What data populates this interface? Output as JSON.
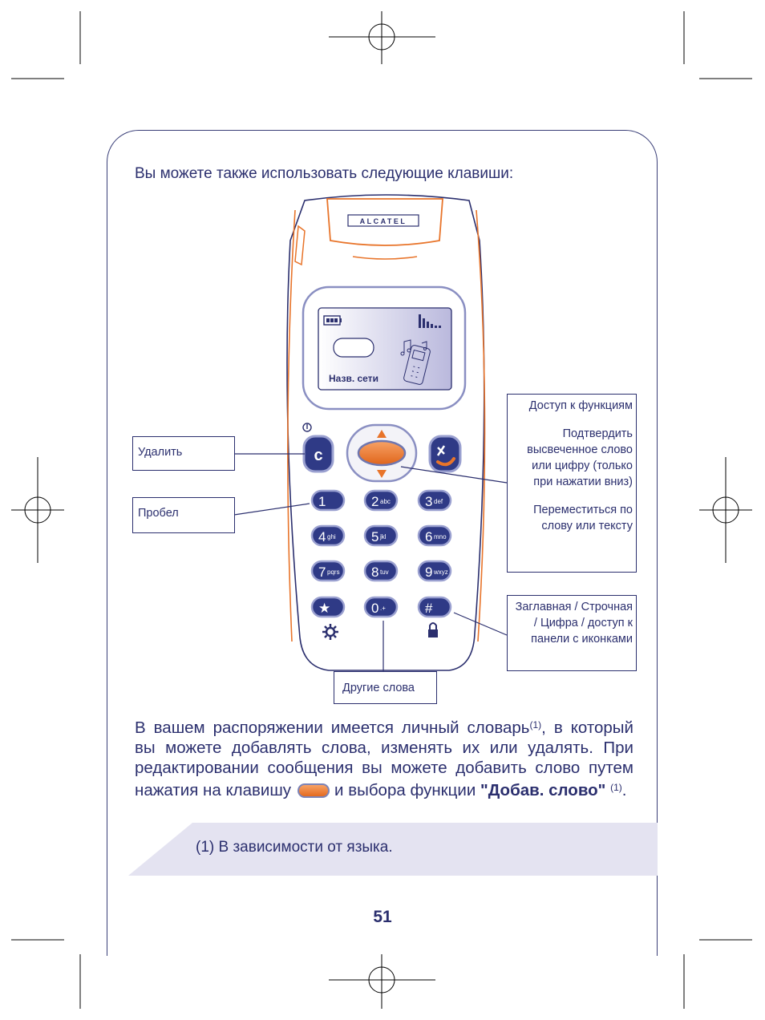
{
  "intro": "Вы можете также использовать следующие клавиши:",
  "phone": {
    "brand": "ALCATEL",
    "network_name": "Назв. сети",
    "keys": [
      {
        "digit": "1",
        "sub": ""
      },
      {
        "digit": "2",
        "sub": "abc"
      },
      {
        "digit": "3",
        "sub": "def"
      },
      {
        "digit": "4",
        "sub": "ghi"
      },
      {
        "digit": "5",
        "sub": "jkl"
      },
      {
        "digit": "6",
        "sub": "mno"
      },
      {
        "digit": "7",
        "sub": "pqrs"
      },
      {
        "digit": "8",
        "sub": "tuv"
      },
      {
        "digit": "9",
        "sub": "wxyz"
      },
      {
        "digit": "★",
        "sub": ""
      },
      {
        "digit": "0",
        "sub": ".+"
      },
      {
        "digit": "#",
        "sub": ""
      }
    ],
    "c_key": "c"
  },
  "callouts": {
    "delete": "Удалить",
    "space": "Пробел",
    "other_words": "Другие слова",
    "nav_1": "Доступ к функциям",
    "nav_2": "Подтвердить высвеченное слово или цифру (только при нажатии вниз)",
    "nav_3": "Переместиться по слову или тексту",
    "hash": "Заглавная / Строчная / Цифра / доступ к панели с иконками"
  },
  "paragraph": {
    "part1": "В вашем распоряжении имеется личный словарь",
    "note_ref": "(1)",
    "part2": ", в который вы можете добавлять слова, изменять их или удалять. При редактировании сообщения вы можете добавить слово путем нажатия на клавишу",
    "part3": "и выбора функции",
    "bold": "\"Добав. слово\"",
    "note_ref2": "(1)",
    "end": "."
  },
  "footnote": "(1)  В зависимости от языка.",
  "page_number": "51",
  "colors": {
    "accent": "#2b2f6e",
    "orange": "#e8742a",
    "band": "#e4e3f1"
  }
}
